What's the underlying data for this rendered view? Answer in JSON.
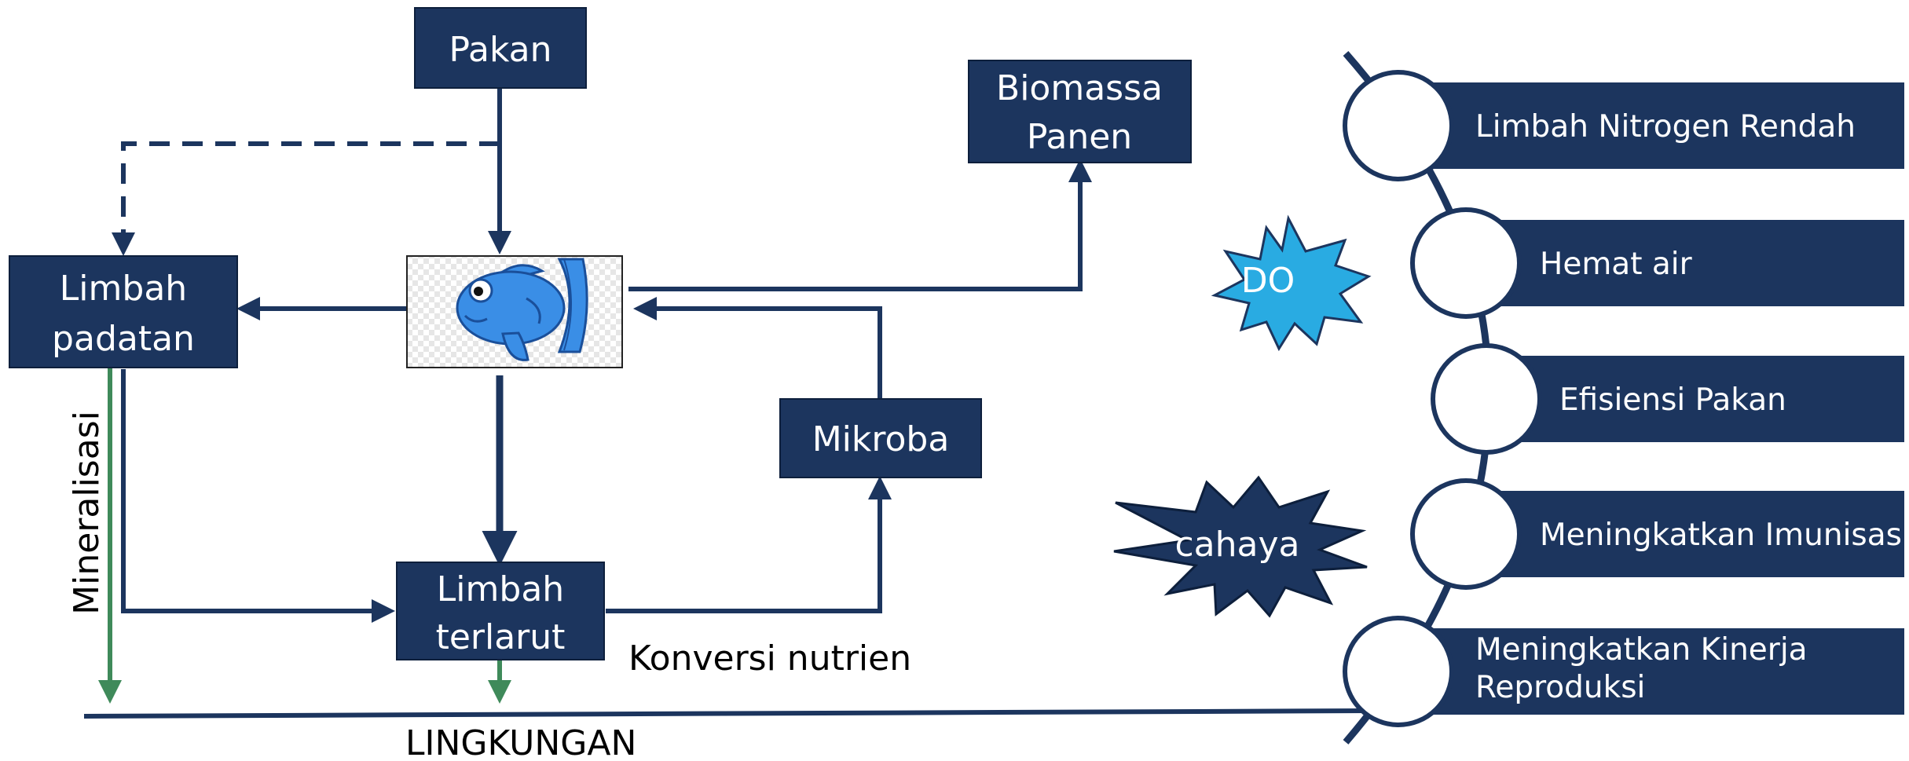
{
  "boxes": {
    "pakan": "Pakan",
    "biomassa_line1": "Biomassa",
    "biomassa_line2": "Panen",
    "limbah_padatan_line1": "Limbah",
    "limbah_padatan_line2": "padatan",
    "mikroba": "Mikroba",
    "limbah_terlarut_line1": "Limbah",
    "limbah_terlarut_line2": "terlarut"
  },
  "labels": {
    "mineralisasi": "Mineralisasi",
    "konversi_nutrien": "Konversi nutrien",
    "lingkungan": "LINGKUNGAN"
  },
  "bursts": {
    "do": "DO",
    "cahaya": "cahaya"
  },
  "benefits": [
    {
      "line1": "Limbah Nitrogen Rendah",
      "line2": ""
    },
    {
      "line1": "Hemat air",
      "line2": ""
    },
    {
      "line1": "Efisiensi Pakan",
      "line2": ""
    },
    {
      "line1": "Meningkatkan Imunisasi",
      "line2": ""
    },
    {
      "line1": "Meningkatkan Kinerja",
      "line2": "Reproduksi"
    }
  ],
  "icons": {
    "fish": "fish-icon"
  },
  "colors": {
    "navy": "#1c355e",
    "green": "#3f8a5a",
    "cyan": "#29abe2",
    "fish_blue": "#3a8ee6"
  }
}
